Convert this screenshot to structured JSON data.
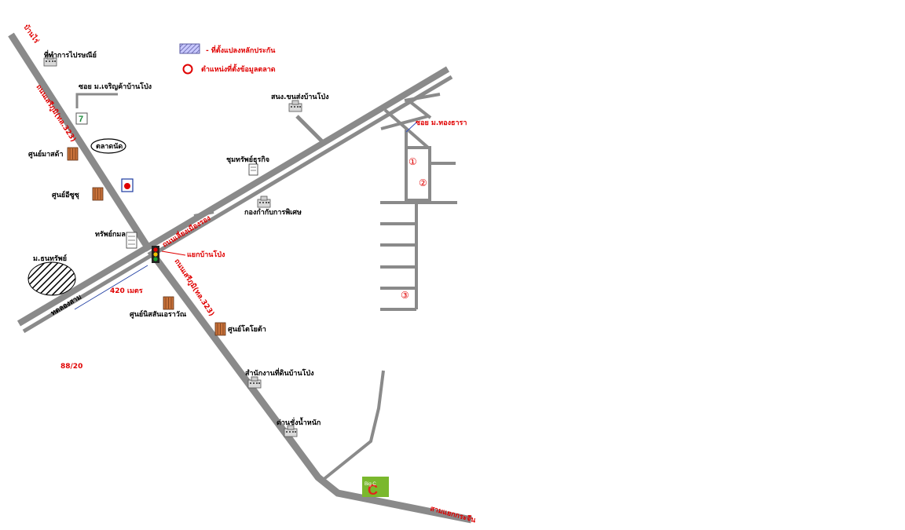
{
  "legend": {
    "plot_label": "- ที่ตั้งแปลงหลักประกัน",
    "market_label": "ตำแหน่งที่ตั้งข้อมูลตลาด"
  },
  "roads": {
    "nw_end": "บ้านไร่",
    "hwy_north": "ถนนเสรีภูมิ(ทล.323)",
    "hwy_south": "ถนนเสรีภูมิ(ทล.323)",
    "bypass": "ถนนเลี่ยงเมืองรอง",
    "sw_end": "ทดลองสาม",
    "se_end": "สามแยกกระจีน",
    "soi_left": "ซอย ม.เจริญค้าบ้านโป่ง",
    "soi_right": "ซอย ม.ทองธารา"
  },
  "places": {
    "p1": "ที่ทำการไปรษณีย์",
    "p2": "ตลาดนัด",
    "p3": "ศูนย์มาสด้า",
    "p4": "ศูนย์อีซูซุ",
    "p5": "ทรัพย์กมล",
    "p6": "ม.ธนทรัพย์",
    "p7": "ศูนย์นิสสันเอราวัณ",
    "p8": "ศูนย์โตโยต้า",
    "p9": "สำนักงานที่ดินบ้านโป่ง",
    "p10": "ด่านชั่งน้ำหนัก",
    "p11": "สนง.ขนส่งบ้านโป่ง",
    "p12": "ชุมทรัพย์ธุรกิจ",
    "p13": "กองกำกับการพิเศษ",
    "junction": "แยกบ้านโป่ง"
  },
  "annotations": {
    "distance": "420 เมตร",
    "parcel_code": "88/20",
    "store_label": "Big C",
    "m1": "①",
    "m2": "②",
    "m3": "③"
  },
  "colors": {
    "road": "#8a8a8a",
    "text_red": "#e00000",
    "legend_blue": "#5a5aa0",
    "seven_green": "#1a8a3a",
    "bigc_green": "#7ab82d",
    "bigc_red": "#e3241b"
  }
}
